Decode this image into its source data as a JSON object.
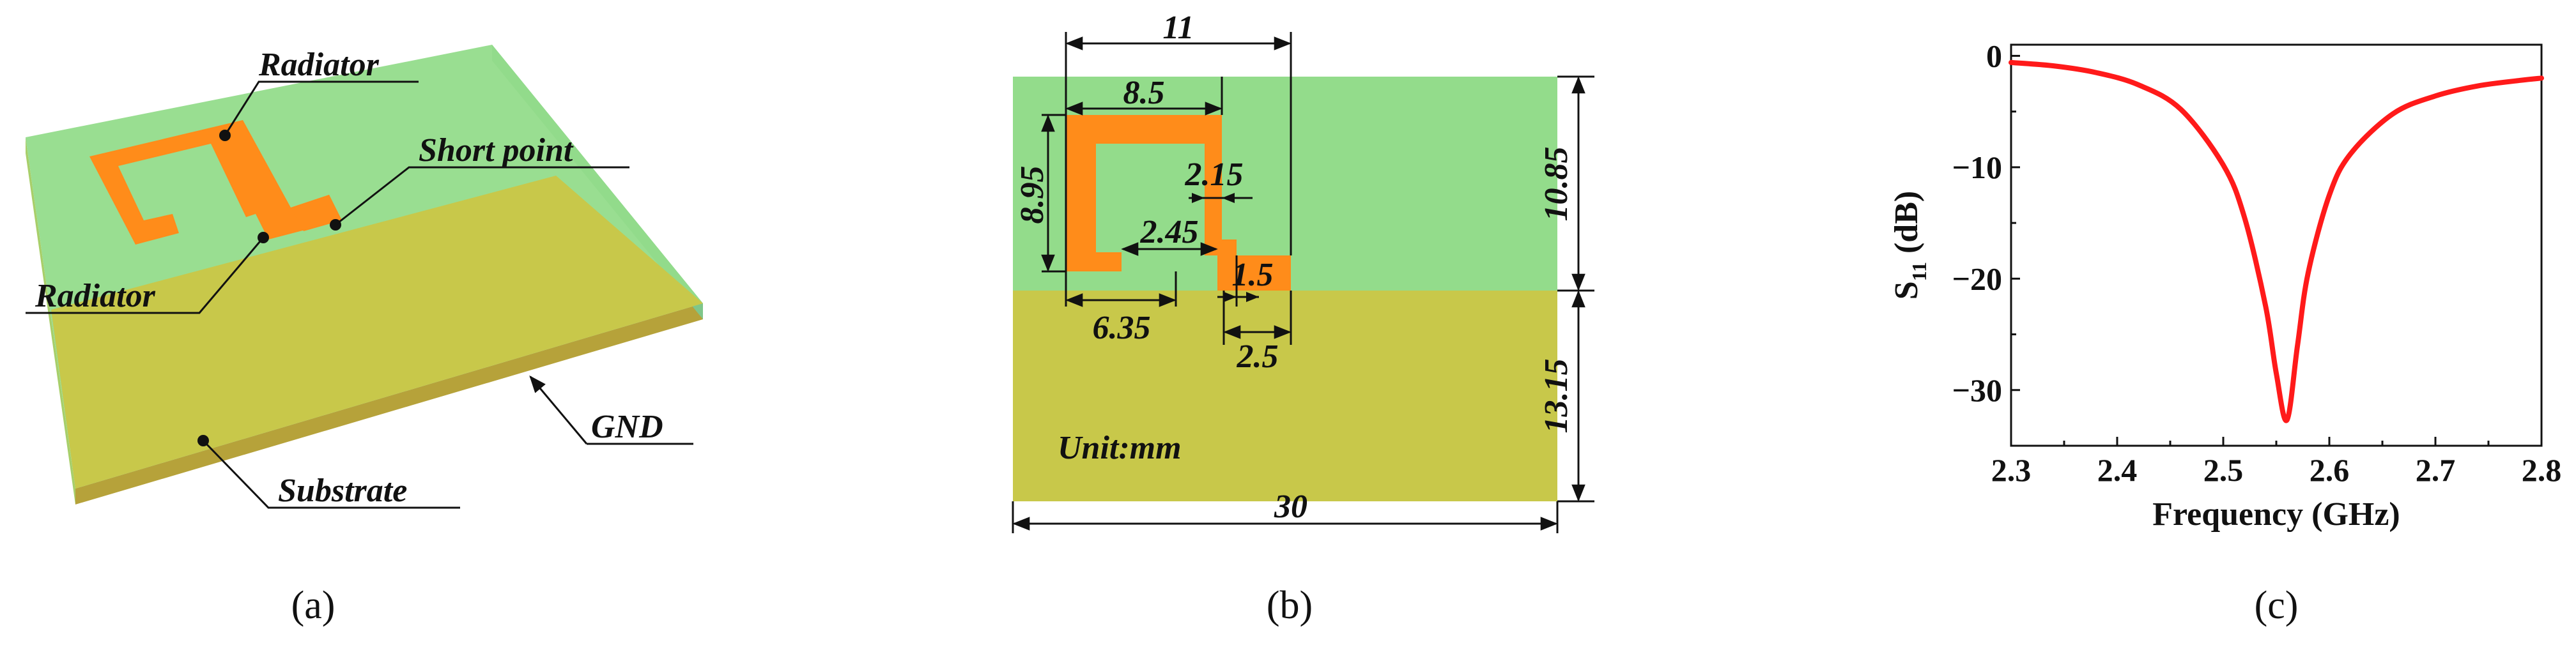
{
  "colors": {
    "substrate_green": "#93dc8b",
    "ground_olive": "#c8c84a",
    "radiator_orange": "#ff8c1a",
    "curve_red": "#ff1a1a"
  },
  "panel_a": {
    "caption": "(a)",
    "labels": {
      "radiator_top": "Radiator",
      "short_point": "Short point",
      "radiator_left": "Radiator",
      "gnd": "GND",
      "substrate": "Substrate"
    }
  },
  "panel_b": {
    "caption": "(b)",
    "unit": "Unit:mm",
    "dims": {
      "d11": "11",
      "d8_5": "8.5",
      "d8_95": "8.95",
      "d2_15": "2.15",
      "d2_45": "2.45",
      "d1_5": "1.5",
      "d6_35": "6.35",
      "d2_5": "2.5",
      "d10_85": "10.85",
      "d13_15": "13.15",
      "d30": "30"
    }
  },
  "panel_c": {
    "caption": "(c)",
    "xlabel": "Frequency (GHz)",
    "ylabel_main": "S",
    "ylabel_sub": "11",
    "ylabel_unit": " (dB)",
    "xticks": [
      "2.3",
      "2.4",
      "2.5",
      "2.6",
      "2.7",
      "2.8"
    ],
    "yticks": [
      "0",
      "−10",
      "−20",
      "−30"
    ]
  },
  "chart_data": {
    "type": "line",
    "xlabel": "Frequency (GHz)",
    "ylabel": "S11 (dB)",
    "xlim": [
      2.3,
      2.8
    ],
    "ylim": [
      -35,
      1
    ],
    "grid": false,
    "series": [
      {
        "color": "#ff1a1a",
        "x": [
          2.3,
          2.34,
          2.38,
          2.42,
          2.46,
          2.5,
          2.52,
          2.54,
          2.55,
          2.56,
          2.57,
          2.58,
          2.6,
          2.62,
          2.66,
          2.7,
          2.74,
          2.78,
          2.8
        ],
        "y": [
          -0.6,
          -0.9,
          -1.5,
          -2.6,
          -4.8,
          -9.8,
          -14.5,
          -22.5,
          -28.5,
          -32.7,
          -26.0,
          -19.5,
          -12.5,
          -8.8,
          -5.2,
          -3.6,
          -2.7,
          -2.2,
          -2.0
        ]
      }
    ]
  }
}
